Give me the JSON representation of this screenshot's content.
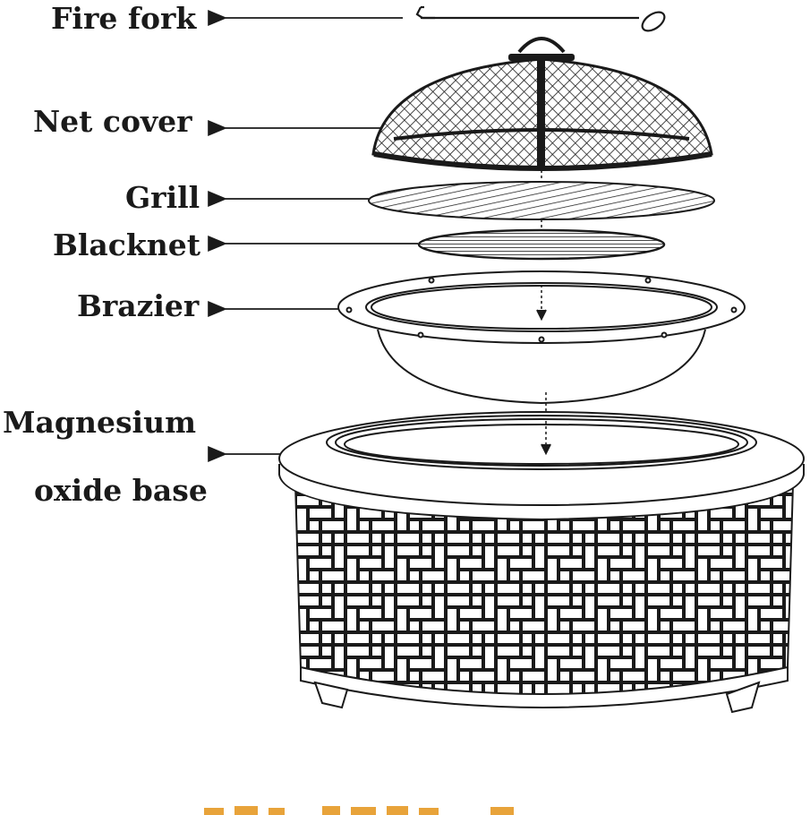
{
  "labels": {
    "fire_fork": "Fire fork",
    "net_cover": "Net cover",
    "grill": "Grill",
    "blacknet": "Blacknet",
    "brazier": "Brazier",
    "base_line1": "Magnesium",
    "base_line2": "oxide base"
  },
  "colors": {
    "ink": "#1a1a1a",
    "background": "#ffffff",
    "footer_text": "#e8a33a"
  }
}
